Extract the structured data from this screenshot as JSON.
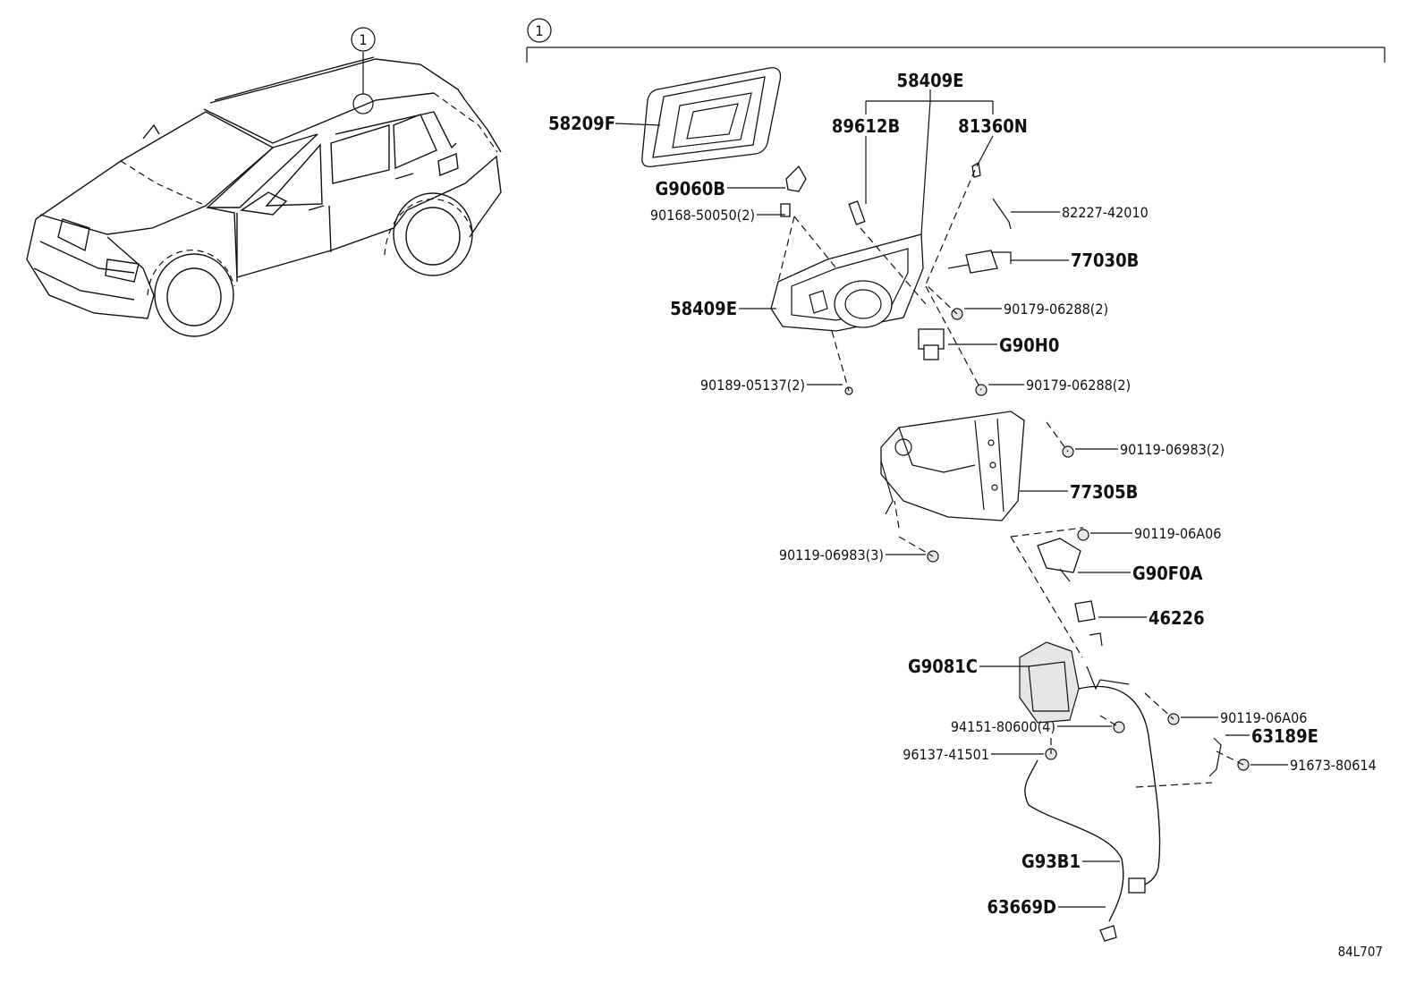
{
  "callout": "1",
  "reference_code": "84L707",
  "labels": {
    "p58209F": "58209F",
    "p58409E_top": "58409E",
    "p89612B": "89612B",
    "p81360N": "81360N",
    "pG9060B": "G9060B",
    "p90168": "90168-50050(2)",
    "p82227": "82227-42010",
    "p77030B": "77030B",
    "p58409E_left": "58409E",
    "p90179_a": "90179-06288(2)",
    "pG90H0": "G90H0",
    "p90189": "90189-05137(2)",
    "p90179_b": "90179-06288(2)",
    "p90119_06983_2": "90119-06983(2)",
    "p77305B": "77305B",
    "p90119_06A06_a": "90119-06A06",
    "p90119_06983_3": "90119-06983(3)",
    "pG90F0A": "G90F0A",
    "p46226": "46226",
    "pG9081C": "G9081C",
    "p90119_06A06_b": "90119-06A06",
    "p94151": "94151-80600(4)",
    "p63189E": "63189E",
    "p96137": "96137-41501",
    "p91673": "91673-80614",
    "pG93B1": "G93B1",
    "p63669D": "63669D"
  }
}
